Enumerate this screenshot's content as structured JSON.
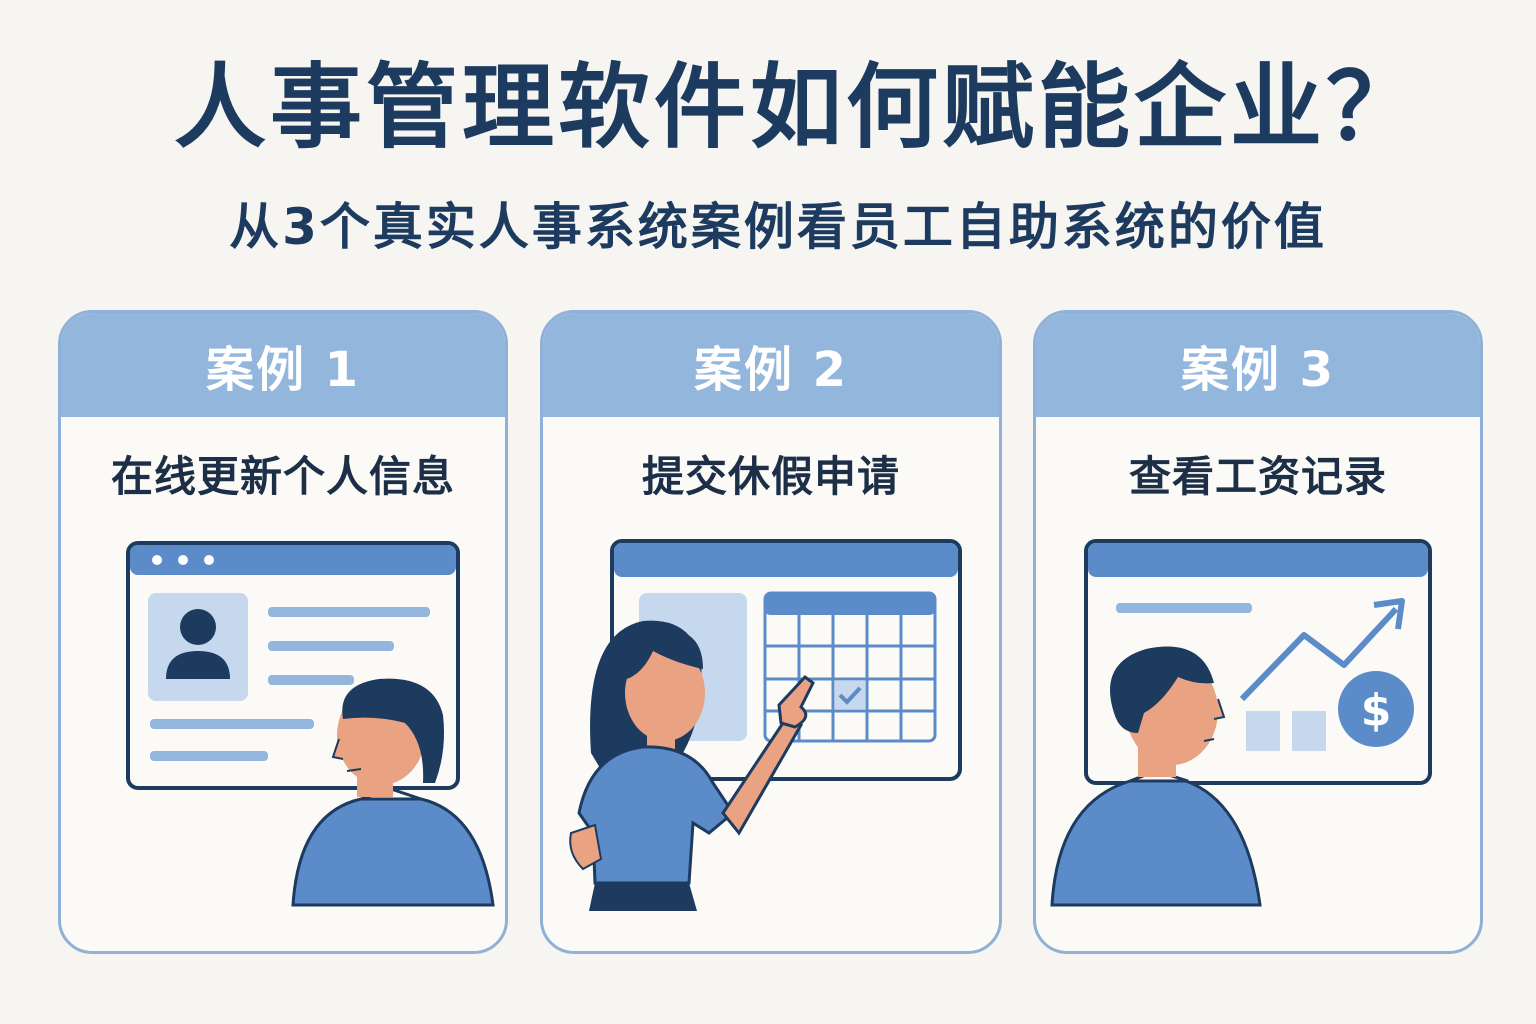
{
  "title": "人事管理软件如何赋能企业？",
  "subtitle": "从3个真实人事系统案例看员工自助系统的价值",
  "cases": [
    {
      "label": "案例 1",
      "caption": "在线更新个人信息"
    },
    {
      "label": "案例 2",
      "caption": "提交休假申请"
    },
    {
      "label": "案例 3",
      "caption": "查看工资记录"
    }
  ],
  "colors": {
    "navy": "#1d3a5f",
    "accent_blue": "#5b8cc9",
    "light_blue": "#93b6dd",
    "pale_blue": "#c5d8ee",
    "skin": "#e9a383",
    "background": "#f6f5f1"
  },
  "icons": [
    "profile-icon",
    "calendar-icon",
    "checkmark-icon",
    "trend-arrow-icon",
    "dollar-coin-icon"
  ]
}
